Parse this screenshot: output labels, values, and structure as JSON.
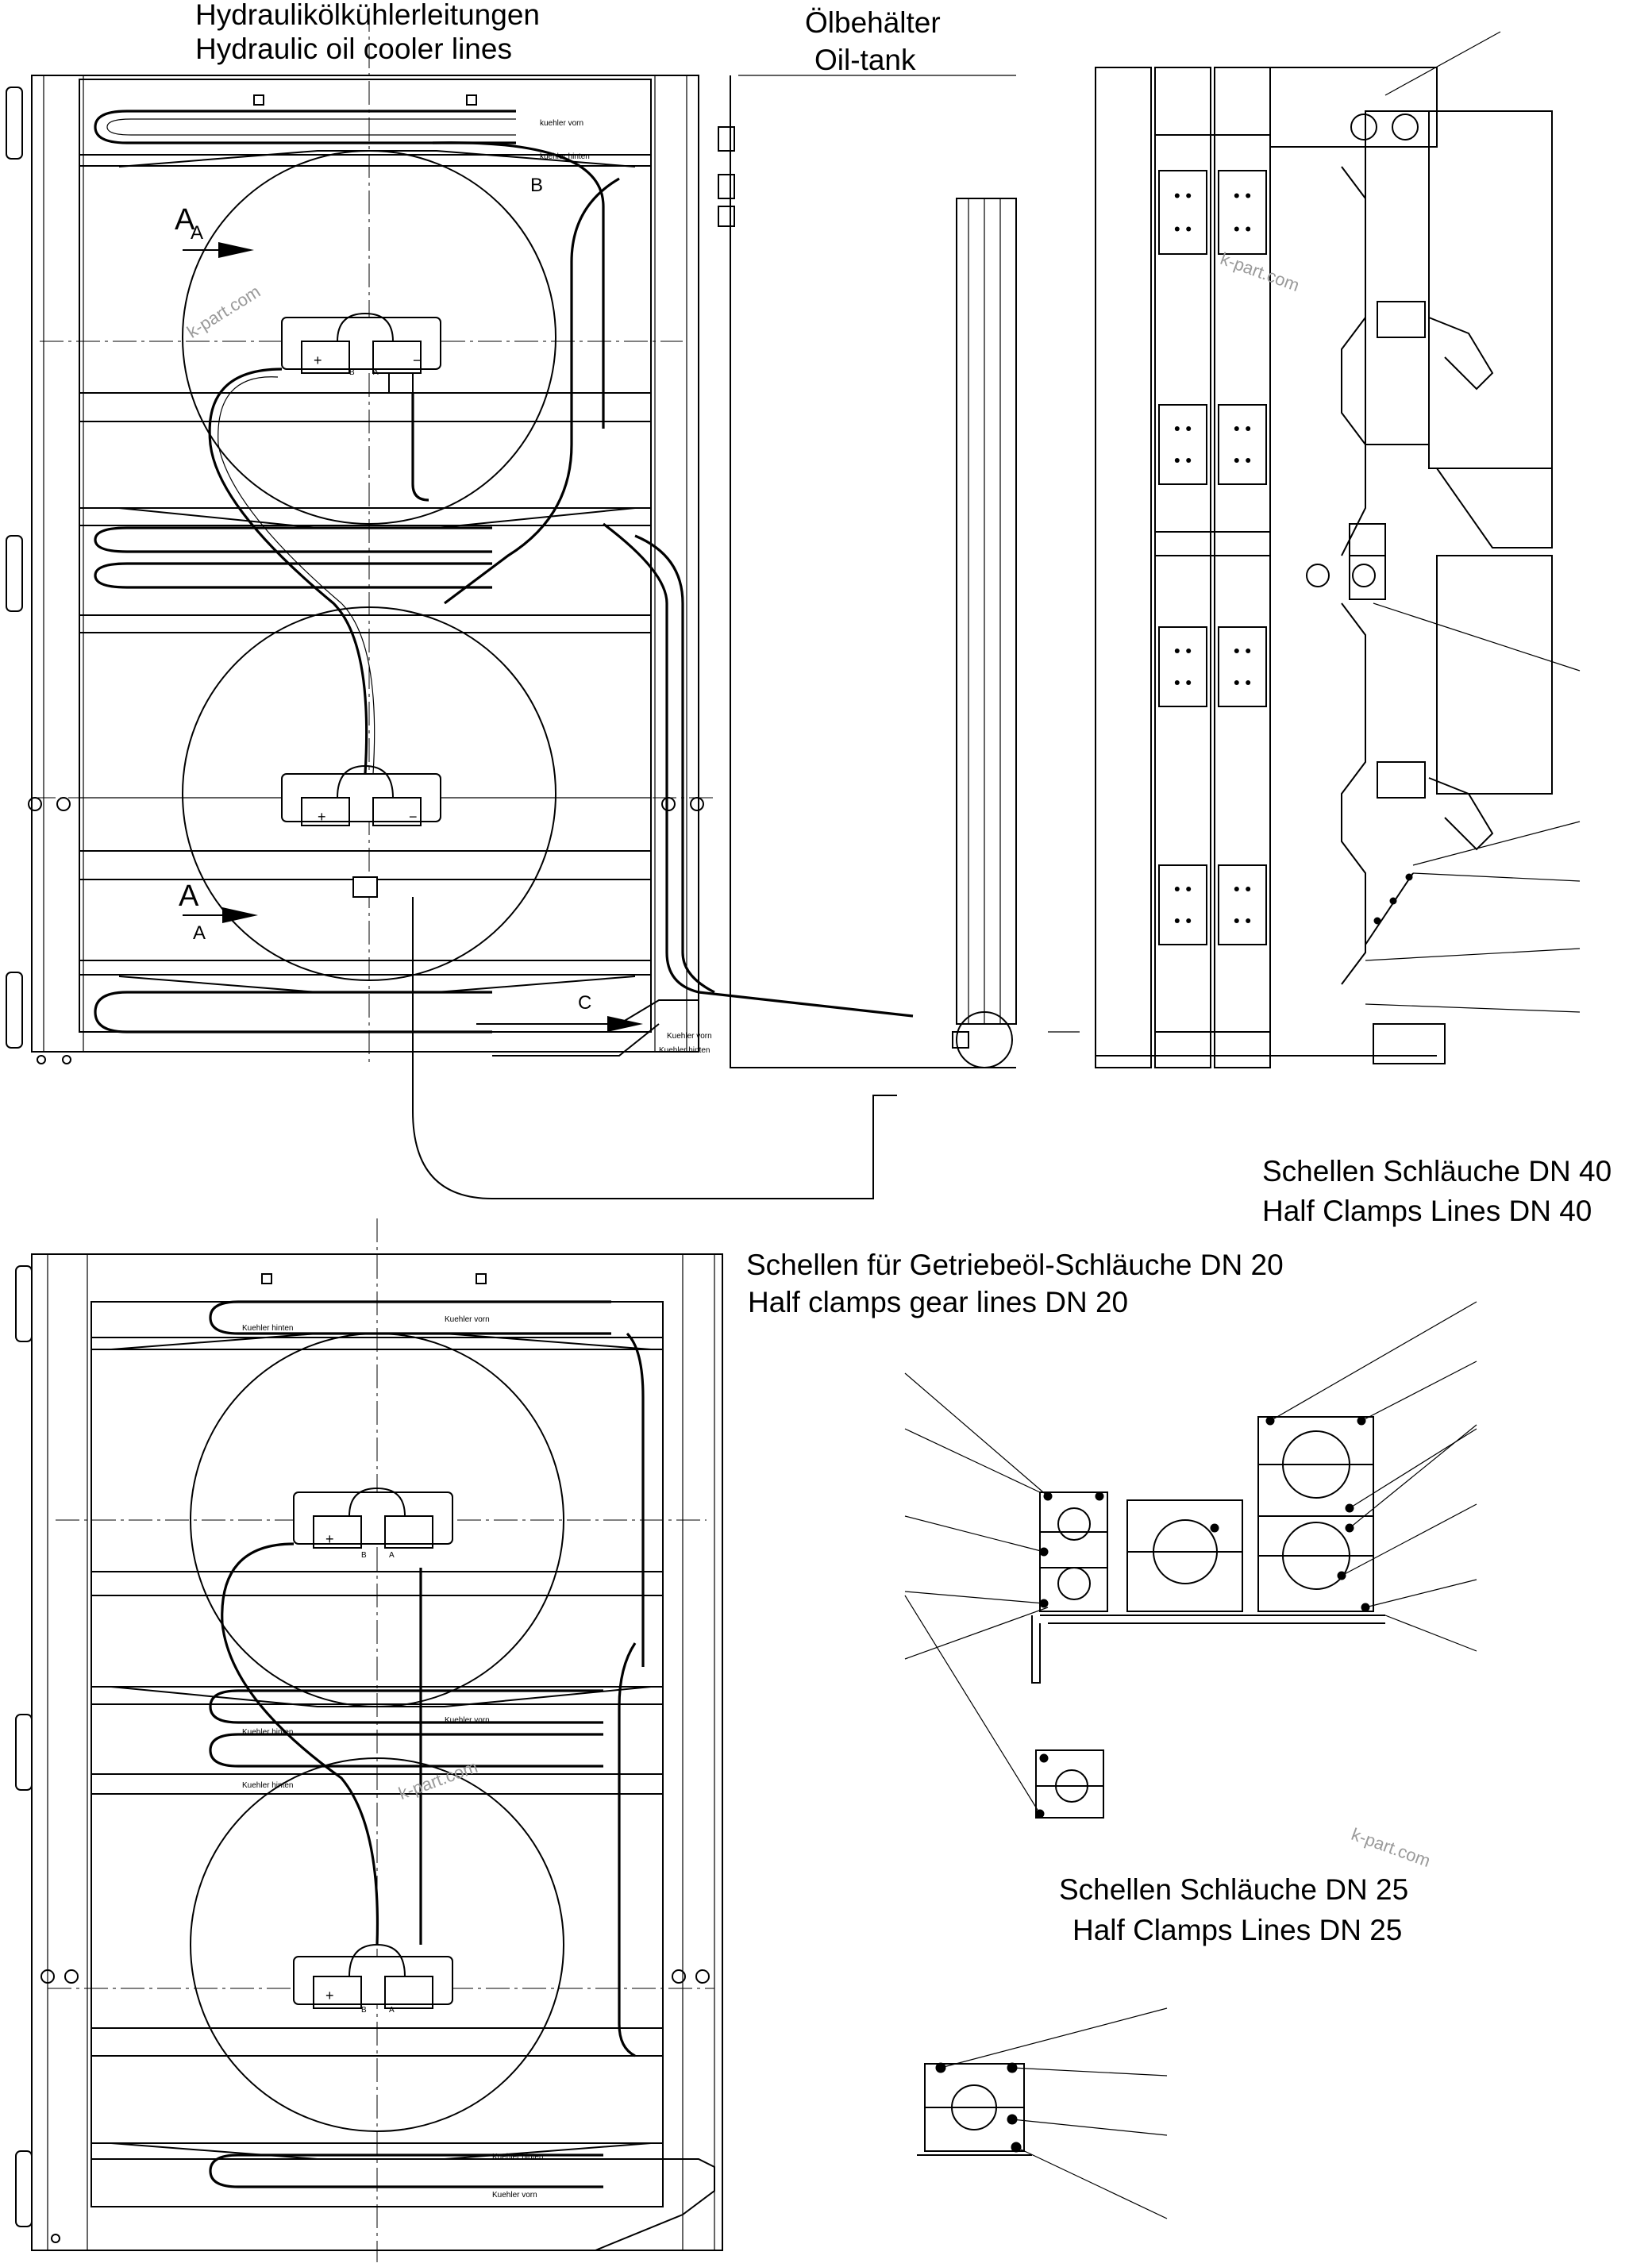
{
  "labels": {
    "hydraulic_de": "Hydraulikölkühlerleitungen",
    "hydraulic_en": "Hydraulic oil cooler lines",
    "oiltank_de": "Ölbehälter",
    "oiltank_en": "Oil-tank",
    "clamps40_de": "Schellen Schläuche DN 40",
    "clamps40_en": "Half Clamps Lines DN 40",
    "clamps20_de": "Schellen für Getriebeöl-Schläuche DN 20",
    "clamps20_en": "Half clamps gear lines DN 20",
    "clamps25_de": "Schellen Schläuche DN 25",
    "clamps25_en": "Half Clamps Lines DN 25"
  },
  "markers": {
    "section_a": "A",
    "detail_b": "B",
    "detail_c": "C"
  },
  "small_text": {
    "kuehler_vorn": "Kuehler vorn",
    "kuehler_hinten": "Kuehler hinten",
    "kuehler_vorn_lower": "kuehler vorn",
    "kuehler_hinten_lower": "kuehler hinten",
    "plus": "+",
    "minus": "−",
    "port_b": "B",
    "port_a": "A"
  },
  "watermark": "k-part.com"
}
